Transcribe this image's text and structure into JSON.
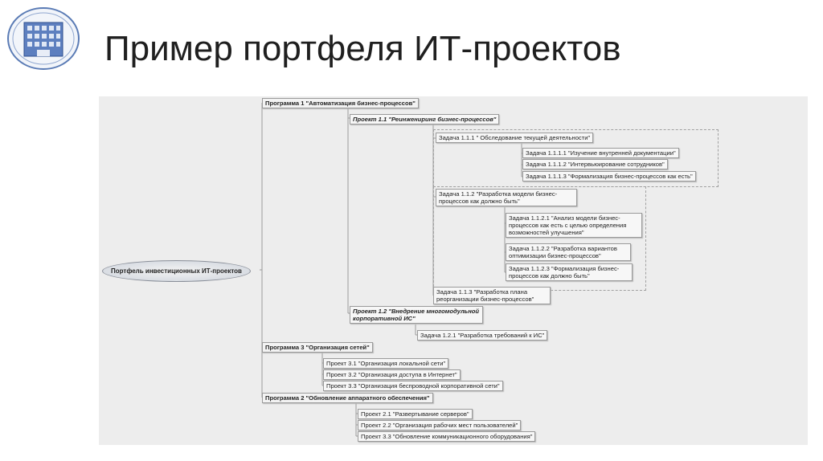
{
  "slide": {
    "title": "Пример портфеля ИТ-проектов"
  },
  "logo": {
    "icon": "university-building-emblem-icon"
  },
  "diagram": {
    "root": "Портфель инвестиционных ИТ-проектов",
    "programs": [
      {
        "label": "Программа 1 \"Автоматизация бизнес-процессов\"",
        "projects": [
          {
            "label": "Проект 1.1 \"Реинжениринг бизнес-процессов\"",
            "tasks": [
              {
                "label": "Задача 1.1.1 \" Обследование текущей деятельности\"",
                "subtasks": [
                  "Задача 1.1.1.1 \"Изучение внутренней документации\"",
                  "Задача 1.1.1.2 \"Интервьюирование сотрудников\"",
                  "Задача 1.1.1.3 \"Формализация бизнес-процессов как есть\""
                ]
              },
              {
                "label": "Задача 1.1.2 \"Разработка модели бизнес-процессов как должно быть\"",
                "subtasks": [
                  "Задача 1.1.2.1 \"Анализ модели бизнес-процессов как есть с целью определения возможностей улучшения\"",
                  "Задача 1.1.2.2 \"Разработка вариантов оптимизации бизнес-процессов\"",
                  "Задача 1.1.2.3 \"Формализация бизнес-процессов как должно быть\""
                ]
              },
              {
                "label": "Задача 1.1.3 \"Разработка плана реорганизации бизнес-процессов\"",
                "subtasks": []
              }
            ]
          },
          {
            "label": "Проект 1.2 \"Внедрение многомодульной корпоративной ИС\"",
            "tasks": [
              {
                "label": "Задача 1.2.1 \"Разработка требований к ИС\"",
                "subtasks": []
              }
            ]
          }
        ]
      },
      {
        "label": "Программа 3 \"Организация сетей\"",
        "projects": [
          {
            "label": "Проект 3.1 \"Организация локальной сети\""
          },
          {
            "label": "Проект 3.2 \"Организация доступа в Интернет\""
          },
          {
            "label": "Проект 3.3 \"Организация беспроводной корпоративной сети\""
          }
        ]
      },
      {
        "label": "Программа 2 \"Обновление аппаратного обеспечения\"",
        "projects": [
          {
            "label": "Проект 2.1 \"Развертывание серверов\""
          },
          {
            "label": "Проект 2.2 \"Организация рабочих мест пользователей\""
          },
          {
            "label": "Проект 3.3 \"Обновление коммуникационного оборудования\""
          }
        ]
      }
    ]
  }
}
